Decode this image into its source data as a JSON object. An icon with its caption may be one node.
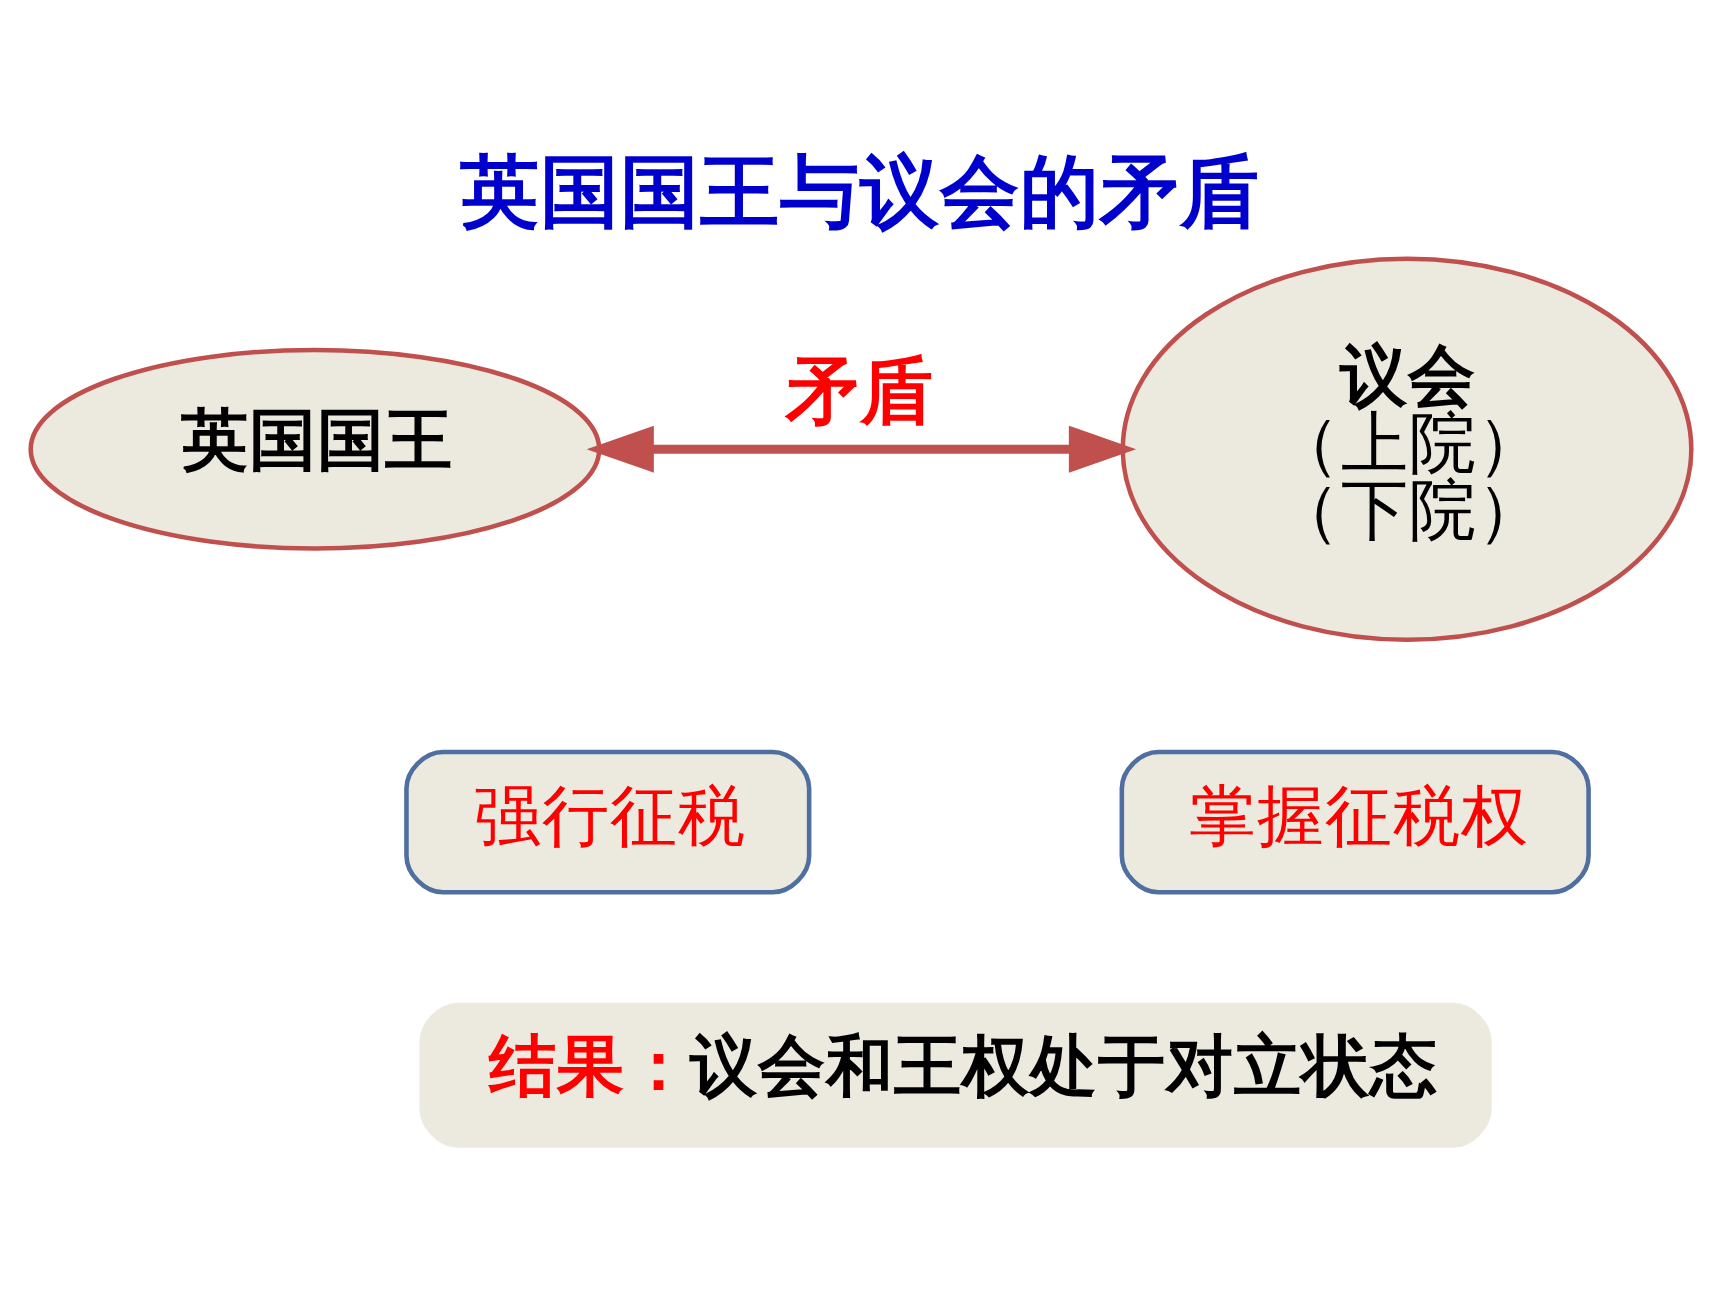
{
  "diagram": {
    "title": "英国国王与议会的矛盾",
    "nodes": [
      {
        "text": [
          "英国国王"
        ]
      },
      {
        "text": [
          "议会",
          "（上院）",
          "（下院）"
        ]
      },
      {
        "text": [
          "强行征税"
        ]
      },
      {
        "text": [
          "掌握征税权"
        ]
      },
      {
        "text": [
          "结果：",
          "议会和王权处于对立状态"
        ]
      }
    ],
    "edges": [
      {
        "from": 0,
        "to": 1,
        "arrow": "both",
        "label": "矛盾"
      }
    ]
  }
}
